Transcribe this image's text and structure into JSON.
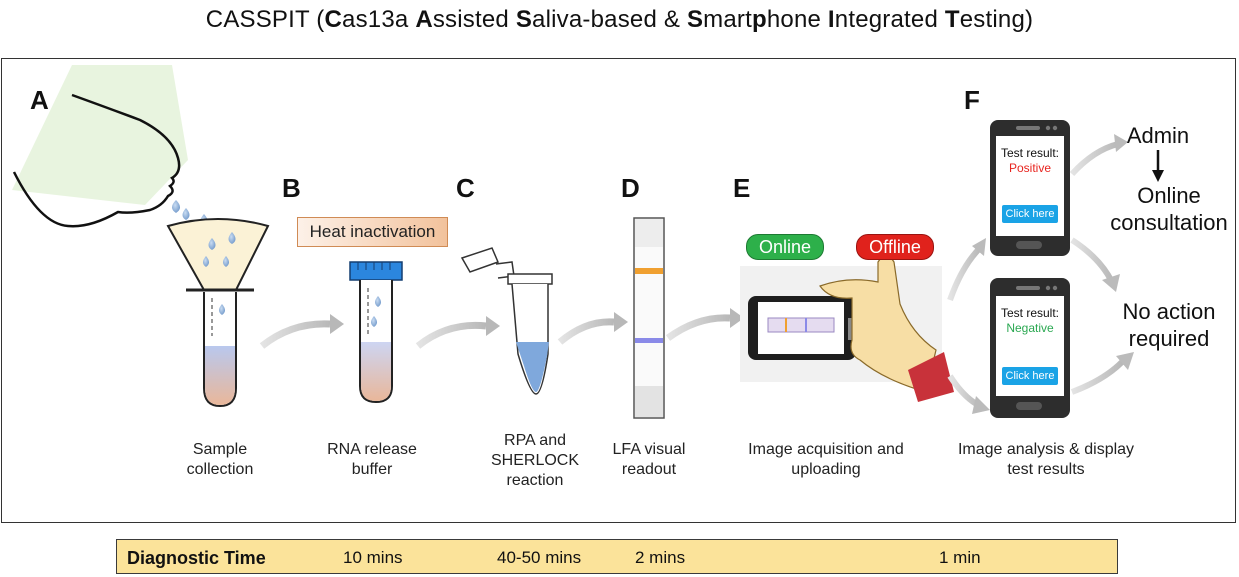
{
  "title": {
    "prefix": "CASSPIT (",
    "segments": [
      {
        "b": "C",
        "t": "as13a "
      },
      {
        "b": "A",
        "t": "ssisted "
      },
      {
        "b": "S",
        "t": "aliva-based & "
      },
      {
        "b": "S",
        "t": "mart"
      },
      {
        "b": "p",
        "t": "hone "
      },
      {
        "b": "I",
        "t": "ntegrated "
      },
      {
        "b": "T",
        "t": "esting"
      }
    ],
    "suffix": ")"
  },
  "panels": {
    "a": {
      "letter": "A",
      "caption": [
        "Sample",
        "collection"
      ]
    },
    "b": {
      "letter": "B",
      "caption": [
        "RNA release",
        "buffer"
      ],
      "box": "Heat inactivation"
    },
    "c": {
      "letter": "C",
      "caption": [
        "RPA and",
        "SHERLOCK",
        "reaction"
      ]
    },
    "d": {
      "letter": "D",
      "caption": [
        "LFA visual",
        "readout"
      ]
    },
    "e": {
      "letter": "E",
      "caption": [
        "Image acquisition and",
        "uploading"
      ],
      "online": "Online",
      "offline": "Offline"
    },
    "f": {
      "letter": "F",
      "caption": [
        "Image analysis & display",
        "test results"
      ]
    }
  },
  "phones": {
    "top": {
      "label": "Test result:",
      "result": "Positive",
      "button": "Click here"
    },
    "bottom": {
      "label": "Test result:",
      "result": "Negative",
      "button": "Click here"
    }
  },
  "outcomes": {
    "admin": "Admin",
    "consultation": [
      "Online",
      "consultation"
    ],
    "no_action": [
      "No action",
      "required"
    ]
  },
  "timebar": {
    "label": "Diagnostic Time",
    "values": [
      "10 mins",
      "40-50 mins",
      "2 mins",
      "1 min"
    ]
  },
  "colors": {
    "positive": "#e8241f",
    "negative": "#2aa851",
    "online": "#2db04a",
    "offline": "#e0221c",
    "timebar": "#fbe39a",
    "strip_control": "#f0a030",
    "strip_test": "#8a8ae8"
  }
}
